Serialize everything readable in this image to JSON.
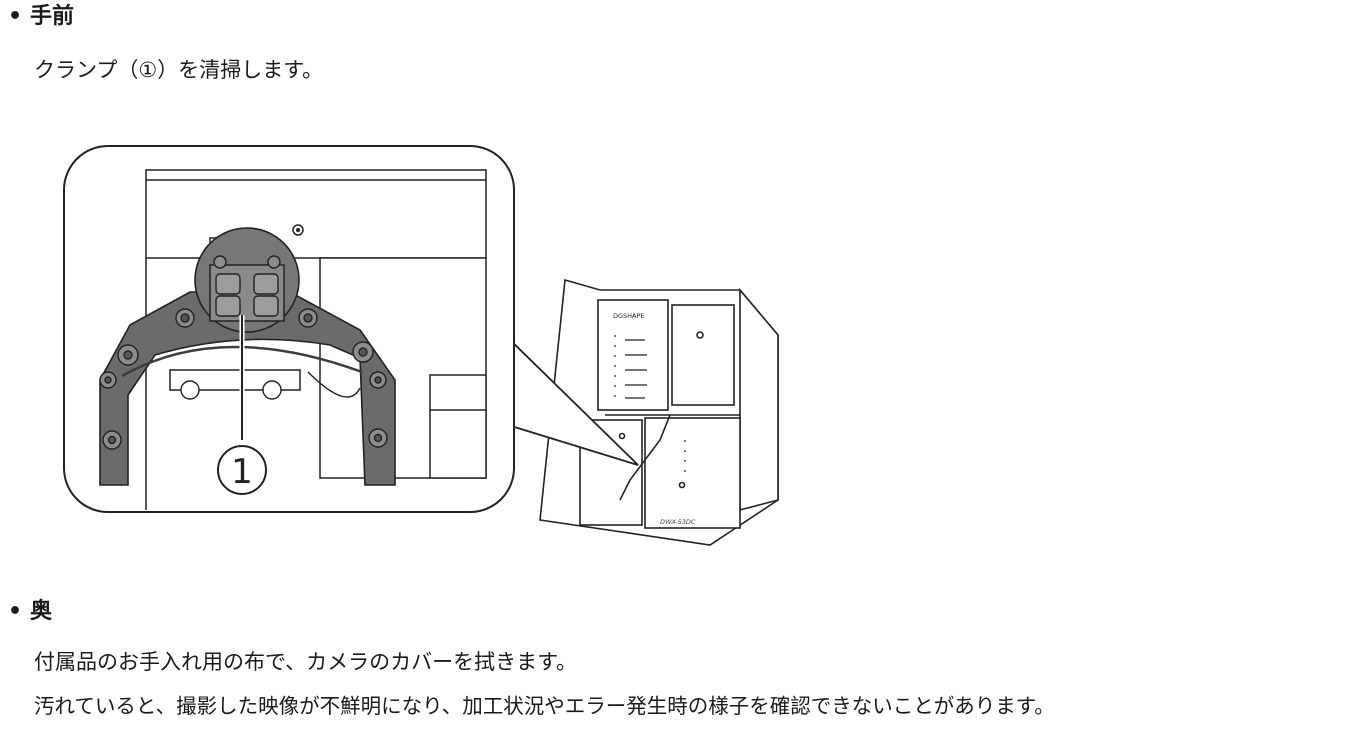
{
  "section_front": {
    "bullet": "•",
    "title": "手前",
    "text": "クランプ（①）を清掃します。"
  },
  "figure": {
    "callout_label": "1",
    "brand_label": "DGSHAPE",
    "model_label": "DWX-53DC"
  },
  "section_back": {
    "bullet": "•",
    "title": "奥",
    "lines": [
      "付属品のお手入れ用の布で、カメラのカバーを拭きます。",
      "汚れていると、撮影した映像が不鮮明になり、加工状況やエラー発生時の様子を確認できないことがあります。"
    ]
  }
}
